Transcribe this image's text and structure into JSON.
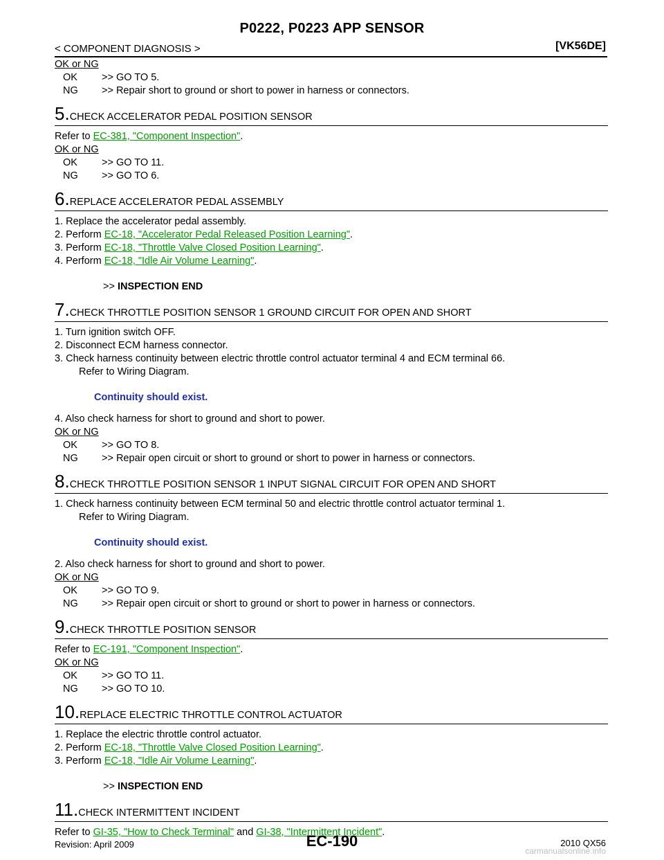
{
  "header": {
    "title": "P0222, P0223 APP SENSOR",
    "section": "< COMPONENT DIAGNOSIS >",
    "model": "[VK56DE]"
  },
  "blocks": {
    "okng1": "OK or NG",
    "ok1_key": "OK",
    "ok1_val": ">> GO TO 5.",
    "ng1_key": "NG",
    "ng1_val": ">> Repair short to ground or short to power in harness or connectors.",
    "s5_num": "5.",
    "s5_title": "CHECK ACCELERATOR PEDAL POSITION SENSOR",
    "s5_pre": "Refer to ",
    "s5_link": "EC-381, \"Component Inspection\"",
    "s5_post": ".",
    "okng5": "OK or NG",
    "ok5_key": "OK",
    "ok5_val": ">> GO TO 11.",
    "ng5_key": "NG",
    "ng5_val": ">> GO TO 6.",
    "s6_num": "6.",
    "s6_title": "REPLACE ACCELERATOR PEDAL ASSEMBLY",
    "s6_l1": "1. Replace the accelerator pedal assembly.",
    "s6_l2_pre": "2. Perform ",
    "s6_l2_link": "EC-18, \"Accelerator Pedal Released Position Learning\"",
    "s6_l2_post": ".",
    "s6_l3_pre": "3. Perform ",
    "s6_l3_link": "EC-18, \"Throttle Valve Closed Position Learning\"",
    "s6_l3_post": ".",
    "s6_l4_pre": "4. Perform ",
    "s6_l4_link": "EC-18, \"Idle Air Volume Learning\"",
    "s6_l4_post": ".",
    "s6_end_pre": ">> ",
    "s6_end": "INSPECTION END",
    "s7_num": "7.",
    "s7_title": "CHECK THROTTLE POSITION SENSOR 1 GROUND CIRCUIT FOR OPEN AND SHORT",
    "s7_l1": "1. Turn ignition switch OFF.",
    "s7_l2": "2. Disconnect ECM harness connector.",
    "s7_l3": "3. Check harness continuity between electric throttle control actuator terminal 4 and ECM terminal 66.",
    "s7_l3b": "Refer to Wiring Diagram.",
    "s7_note": "Continuity should exist.",
    "s7_l4": "4. Also check harness for short to ground and short to power.",
    "okng7": "OK or NG",
    "ok7_key": "OK",
    "ok7_val": ">> GO TO 8.",
    "ng7_key": "NG",
    "ng7_val": ">> Repair open circuit or short to ground or short to power in harness or connectors.",
    "s8_num": "8.",
    "s8_title": "CHECK THROTTLE POSITION SENSOR 1 INPUT SIGNAL CIRCUIT FOR OPEN AND SHORT",
    "s8_l1": "1. Check harness continuity between ECM terminal 50 and electric throttle control actuator terminal 1.",
    "s8_l1b": "Refer to Wiring Diagram.",
    "s8_note": "Continuity should exist.",
    "s8_l2": "2. Also check harness for short to ground and short to power.",
    "okng8": "OK or NG",
    "ok8_key": "OK",
    "ok8_val": ">> GO TO 9.",
    "ng8_key": "NG",
    "ng8_val": ">> Repair open circuit or short to ground or short to power in harness or connectors.",
    "s9_num": "9.",
    "s9_title": "CHECK THROTTLE POSITION SENSOR",
    "s9_pre": "Refer to ",
    "s9_link": "EC-191, \"Component Inspection\"",
    "s9_post": ".",
    "okng9": "OK or NG",
    "ok9_key": "OK",
    "ok9_val": ">> GO TO 11.",
    "ng9_key": "NG",
    "ng9_val": ">> GO TO 10.",
    "s10_num": "10.",
    "s10_title": "REPLACE ELECTRIC THROTTLE CONTROL ACTUATOR",
    "s10_l1": "1. Replace the electric throttle control actuator.",
    "s10_l2_pre": "2. Perform ",
    "s10_l2_link": "EC-18, \"Throttle Valve Closed Position Learning\"",
    "s10_l2_post": ".",
    "s10_l3_pre": "3. Perform ",
    "s10_l3_link": "EC-18, \"Idle Air Volume Learning\"",
    "s10_l3_post": ".",
    "s10_end_pre": ">> ",
    "s10_end": "INSPECTION END",
    "s11_num": "11.",
    "s11_title": "CHECK INTERMITTENT INCIDENT",
    "s11_pre": "Refer to ",
    "s11_link1": "GI-35, \"How to Check Terminal\"",
    "s11_mid": " and ",
    "s11_link2": "GI-38, \"Intermittent Incident\"",
    "s11_post": "."
  },
  "footer": {
    "revision": "Revision: April 2009",
    "page": "EC-190",
    "model_year": "2010 QX56",
    "watermark": "carmanualsonline.info"
  }
}
